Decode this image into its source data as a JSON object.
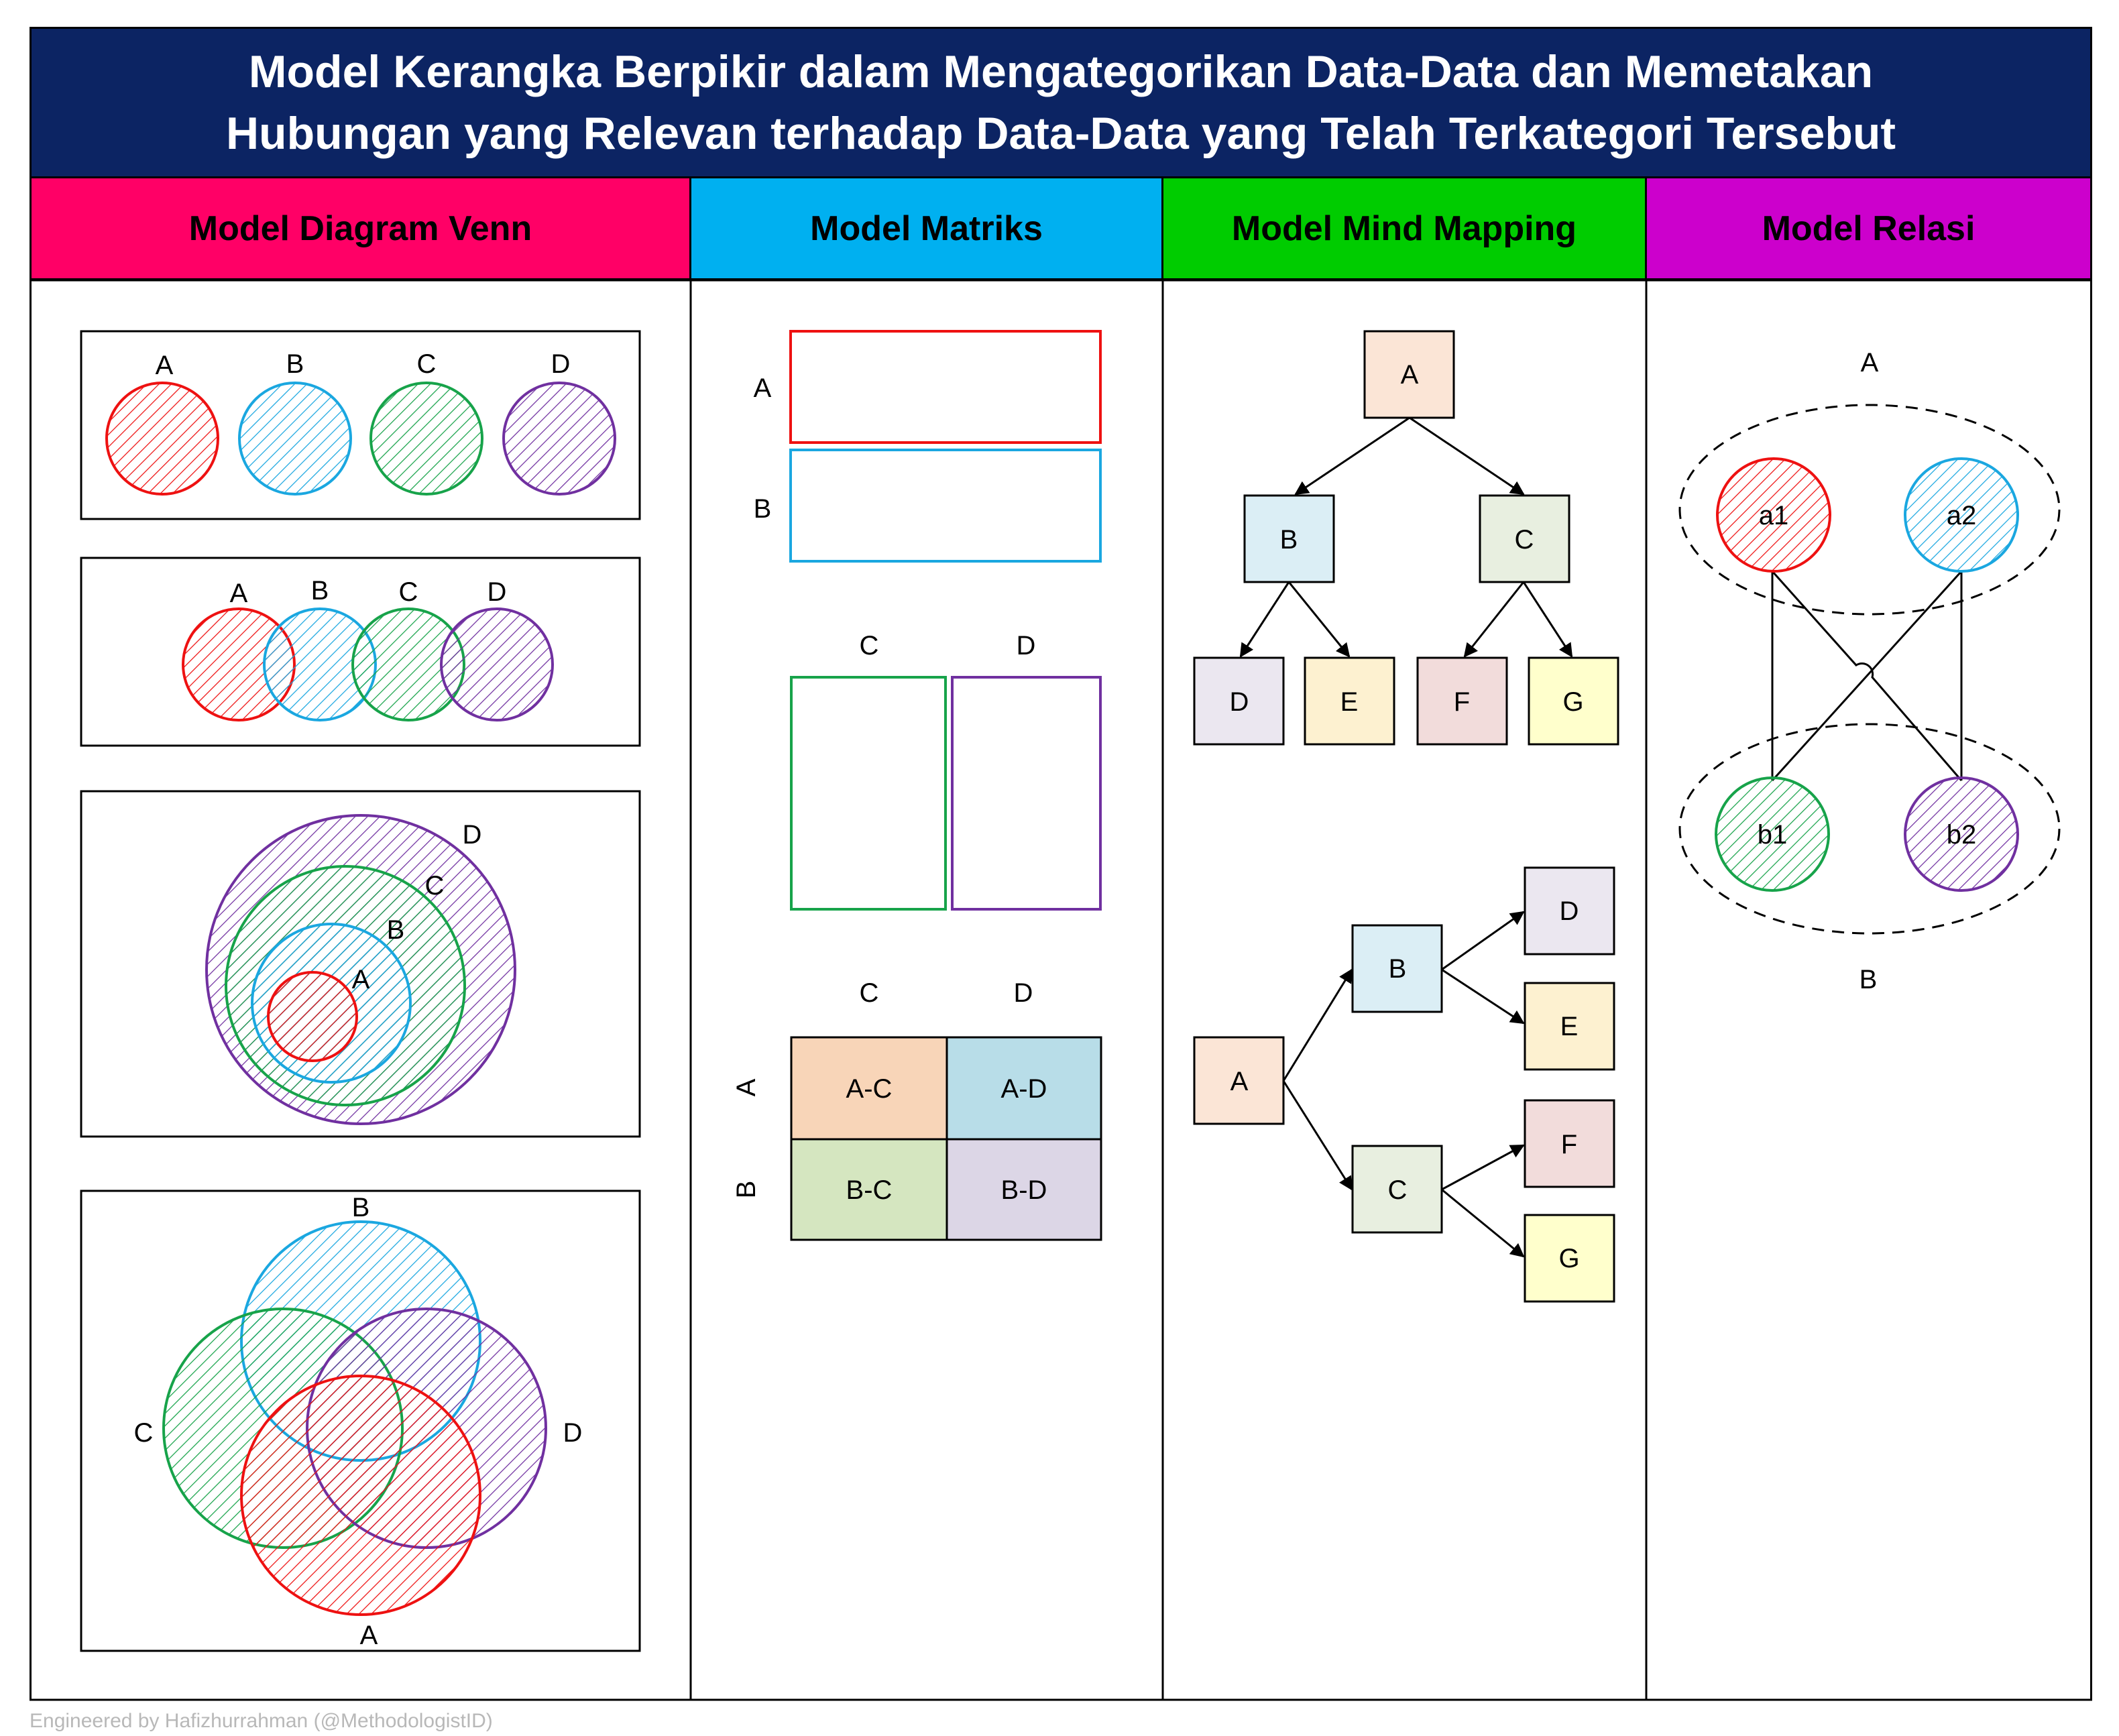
{
  "title": {
    "line1": "Model Kerangka Berpikir dalam Mengategorikan Data-Data dan Memetakan",
    "line2": "Hubungan yang Relevan terhadap Data-Data yang Telah Terkategori Tersebut"
  },
  "columns": [
    {
      "label": "Model Diagram Venn",
      "color": "#ff0066"
    },
    {
      "label": "Model Matriks",
      "color": "#00b0f0"
    },
    {
      "label": "Model Mind Mapping",
      "color": "#00cc00"
    },
    {
      "label": "Model Relasi",
      "color": "#cc00cc"
    }
  ],
  "colors": {
    "red": "#ee1111",
    "blue": "#1aa7e0",
    "green": "#17a34a",
    "purple": "#7030a0",
    "navy": "#0c2463"
  },
  "venn": {
    "disjoint": [
      "A",
      "B",
      "C",
      "D"
    ],
    "chain": [
      "A",
      "B",
      "C",
      "D"
    ],
    "nested": [
      "A",
      "B",
      "C",
      "D"
    ],
    "overlap": {
      "top": "B",
      "left": "C",
      "right": "D",
      "bottom": "A"
    }
  },
  "matrix": {
    "rows_stack": [
      "A",
      "B"
    ],
    "cols_stack": [
      "C",
      "D"
    ],
    "grid_cols": [
      "C",
      "D"
    ],
    "grid_rows": [
      "A",
      "B"
    ],
    "cells": [
      {
        "label": "A-C",
        "fill": "#f8d5b8"
      },
      {
        "label": "A-D",
        "fill": "#b8dde8"
      },
      {
        "label": "B-C",
        "fill": "#d5e6c0"
      },
      {
        "label": "B-D",
        "fill": "#dcd6e6"
      }
    ]
  },
  "mindmap": {
    "nodes": [
      {
        "label": "A",
        "fill": "#fbe5d6"
      },
      {
        "label": "B",
        "fill": "#dbeef5"
      },
      {
        "label": "C",
        "fill": "#e8efe0"
      },
      {
        "label": "D",
        "fill": "#ebe7f0"
      },
      {
        "label": "E",
        "fill": "#fdf1d0"
      },
      {
        "label": "F",
        "fill": "#f2dcdb"
      },
      {
        "label": "G",
        "fill": "#ffffcc"
      }
    ]
  },
  "relasi": {
    "set_a_label": "A",
    "set_b_label": "B",
    "a_items": [
      "a1",
      "a2"
    ],
    "b_items": [
      "b1",
      "b2"
    ]
  },
  "footer": "Engineered by Hafizhurrahman (@MethodologistID)"
}
